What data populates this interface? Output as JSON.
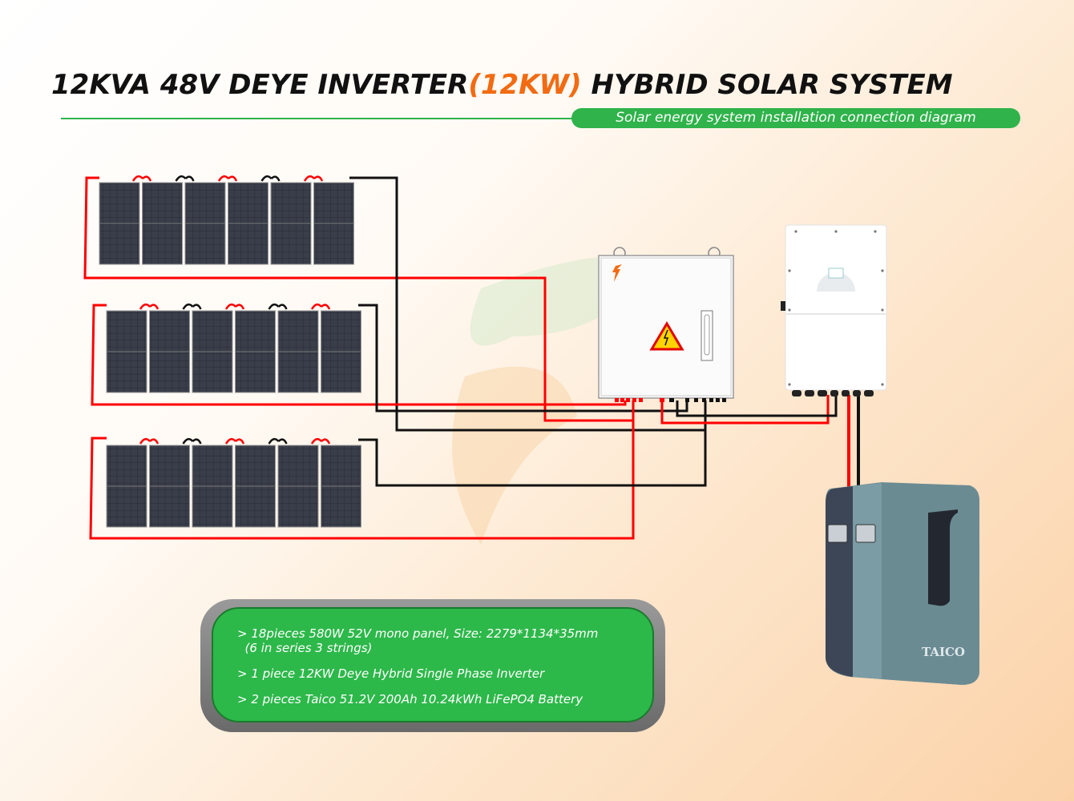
{
  "header": {
    "title_part1": "12KVA 48V DEYE INVERTER",
    "title_highlight": "(12KW)",
    "title_part2": " HYBRID SOLAR SYSTEM",
    "subtitle": "Solar energy system installation connection diagram"
  },
  "info": {
    "items": [
      {
        "line1": "> 18pieces 580W 52V mono panel, Size: 2279*1134*35mm",
        "line2": "(6 in series 3 strings)"
      },
      {
        "line1": "> 1 piece 12KW Deye Hybrid Single Phase Inverter"
      },
      {
        "line1": "> 2 pieces Taico 51.2V 200Ah 10.24kWh LiFePO4 Battery"
      }
    ]
  },
  "battery": {
    "brand": "TAICO"
  },
  "colors": {
    "accent": "#f26b12",
    "green": "#2fb34a",
    "wire_positive": "#ff0000",
    "wire_negative": "#111111"
  }
}
